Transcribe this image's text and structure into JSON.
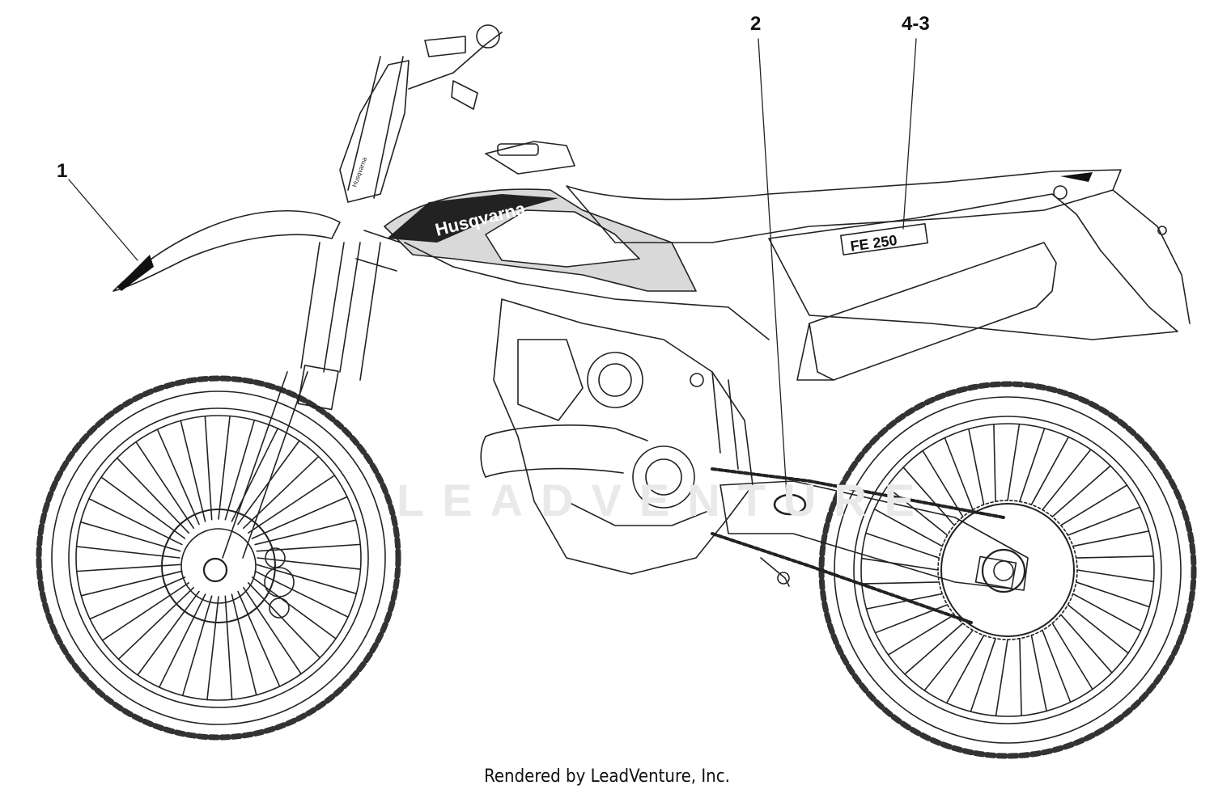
{
  "diagram": {
    "callouts": [
      {
        "id": "1",
        "label": "1"
      },
      {
        "id": "2",
        "label": "2"
      },
      {
        "id": "4-3",
        "label": "4-3"
      }
    ],
    "tank_brand_decal": "Husqvarna",
    "shroud_brand_decal": "Husqvarna",
    "side_panel_decal": "FE 250",
    "watermark": "LEADVENTURE",
    "footer": "Rendered by LeadVenture, Inc."
  }
}
